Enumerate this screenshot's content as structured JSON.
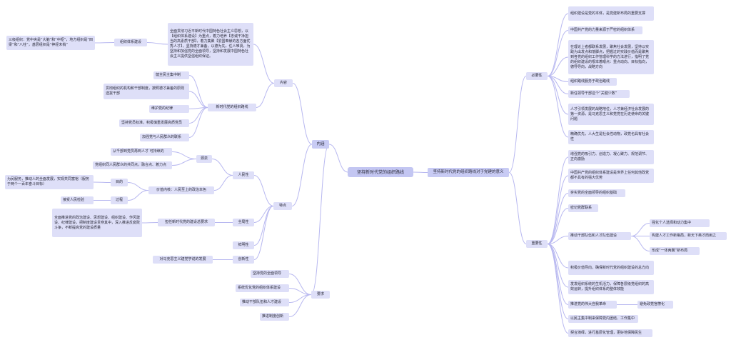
{
  "colors": {
    "line": "#b8b8f0",
    "node": "#dedff8",
    "center": "#c3c6f2",
    "text": "#2b2b3a"
  },
  "center": "坚持新时代党的组织路线",
  "main": {
    "content": "内涵",
    "meaning": "坚持新时代党的组织路线对于党建的意义"
  },
  "left": {
    "neirong": {
      "label": "内容",
      "org_system": "组织体系建设",
      "three_level": "三级组织：党中央是“大脑”和“中枢”，地方组织是“四梁”和“八柱”，基层组织是“神经末梢”",
      "long_text": "全面贯彻习近平新时代中国特色社会主义思想，以【组织体系建设】为重点，着力培养【忠诚干净担当的高素质干部】，着力集聚【爱国奉献的各方面优秀人才】，坚持德才兼备，以德为先，任人唯贤，为坚持和加强党的全面领导，坚持和发展中国特色社会主义提供坚强组织保证。",
      "route": "新时代党的组织路线",
      "items": [
        "健全民主集中制",
        "贯彻组织的机构和干部制度，按照德才兼备的原则选拔干部",
        "维护党的纪律",
        "坚持党员标准，积极慎重发展高质党员",
        "加强党与人民群众的联系"
      ]
    },
    "tedian": {
      "label": "特点",
      "renmin": "人民性",
      "source": "源泉",
      "source_items": [
        "从千部到党员再到人才 可持续的",
        "党组织同人民群众的共同点，融合点、着力点"
      ],
      "value": "价值内核：人民至上的政治本色",
      "purpose": "目的",
      "purpose_text": "为民服务，推动人的全面发展，实现共同富裕（服务于两个一百年奋斗目标）",
      "process": "过程",
      "process_text": "接受人民检验",
      "quanmian": "全局性",
      "quanmian_inner": "担任新时代党的建设总要求",
      "quanmian_text": "全面推进党的政治建设、思想建设、组织建设、作风建设、纪律建设，把制度建设贯穿其中，深入推进反腐败斗争，不断提高党的建设质量",
      "clear": "鲜明性",
      "innov": "创新性",
      "innov_text": "对马克思主义建党学说的发展"
    },
    "yaoqiu": {
      "label": "要求",
      "items": [
        "坚持党的全面领导",
        "系统优化党的组织体系建设",
        "推动干部队伍和人才建设",
        "推进制度创新"
      ]
    }
  },
  "right": {
    "necessity": {
      "label": "必要性",
      "items": [
        "组织建设是党的本体，是党建新布局的重要支撑",
        "中国共产党的力量来源于严密的组织体系",
        "在理论上者都联系发展，聚焦社会发展，坚持以实践为出发点和落脚点，把握过的实践价值而是聚焦到各党的组织工作管理科学的方法进行，指明了党的组织建设的根本着眼点：重点动向、目标指向，德导导向，战略方向",
        "组织路线服务于政治路线",
        "新任领导干部这个“关键少数”",
        "人才引领发展的战略地位，人才兼经济社会发展的第一资源，是马克思主义和党党在历史使命的关键问题",
        "精确优先，人大生是社会性动物，政党也具有社会性"
      ]
    },
    "importance": {
      "label": "重要性",
      "items": [
        "增强党的吸引力、创造力、凝心聚力、规范调节、正向激励",
        "中国共产党的组织体系建设是世界上任何其他政党都不具有的强大优势",
        "夯实党的全面领导的组织基础",
        "密切党群联系",
        "推动干部队伍和人才队伍建设",
        "积极价值导向，确保新时代党的组织建设的总方向",
        "发发组织系统的生机活力，保障各层级党组织的高效运转，提升组织体系的整体效能",
        "推进党的伟大自我革命",
        "以民主集中制来保障党内团结、工作集中",
        "契合演绎，进行基层化管理，更好地保障民生"
      ],
      "talent_sub": [
        "强化个人选择和动力集中",
        "构建人才工作新格局，新天下英才而用之",
        "形成“一体两翼”新布局"
      ],
      "revolution_sub": "避免政党官僚化"
    }
  }
}
